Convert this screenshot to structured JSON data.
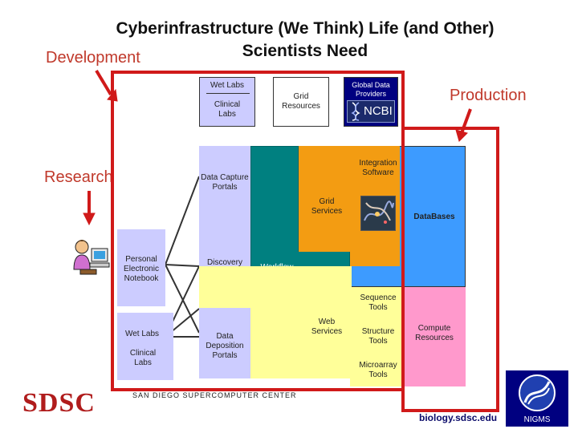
{
  "title_line1": "Cyberinfrastructure (We Think) Life (and Other)",
  "title_line2": "Scientists Need",
  "labels": {
    "development": "Development",
    "production": "Production",
    "research": "Research"
  },
  "nodes": {
    "wet_labs_top": "Wet Labs",
    "clinical_labs_top": "Clinical Labs",
    "grid_resources": "Grid Resources",
    "global_data_providers": "Global Data Providers",
    "ncbi": "NCBI",
    "integration_software": "Integration Software",
    "data_capture_portals": "Data Capture Portals",
    "grid_services": "Grid Services",
    "databases": "DataBases",
    "personal_electronic_notebook": "Personal Electronic Notebook",
    "discovery_portal": "Discovery Portal",
    "workflow": "Workflow",
    "sequence_tools": "Sequence Tools",
    "web_services": "Web Services",
    "structure_tools": "Structure Tools",
    "compute_resources": "Compute Resources",
    "wet_labs_bottom": "Wet Labs",
    "clinical_labs_bottom": "Clinical Labs",
    "data_deposition_portals": "Data Deposition Portals",
    "microarray_tools": "Microarray Tools"
  },
  "footer": {
    "sdsc_logo": "SDSC",
    "center_name": "SAN DIEGO SUPERCOMPUTER CENTER",
    "url": "biology.sdsc.edu",
    "nigms": "NIGMS"
  },
  "colors": {
    "frame_red": "#d01a1a",
    "label_red": "#c0392b",
    "lavender": "#ccccff",
    "orange": "#f39c12",
    "teal": "#008080",
    "blue": "#3d9bff",
    "yellow": "#ffff99",
    "pink": "#ff99cc",
    "navy": "#000080"
  }
}
